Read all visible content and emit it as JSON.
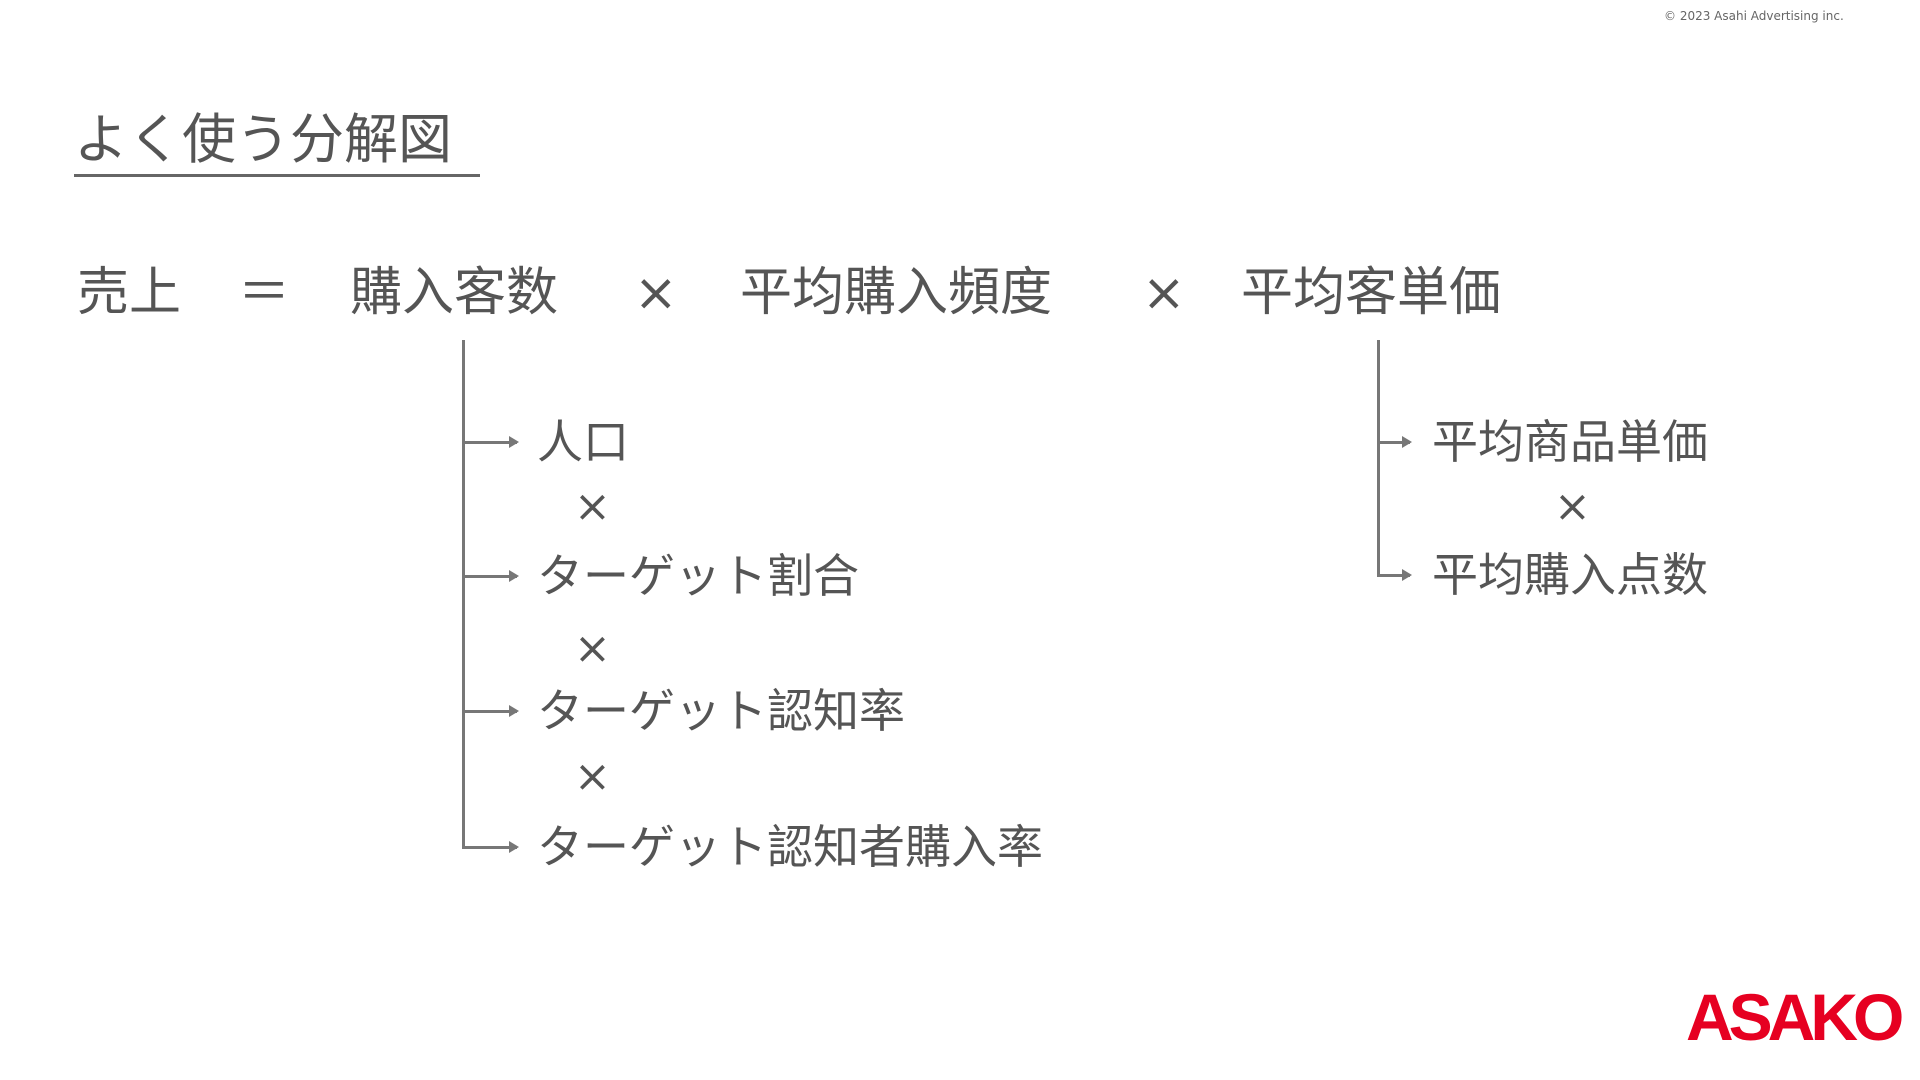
{
  "copyright": "© 2023 Asahi Advertising inc.",
  "title": "よく使う分解図",
  "equation": {
    "lhs": "売上",
    "equals": "＝",
    "term1": "購入客数",
    "times1": "×",
    "term2": "平均購入頻度",
    "times2": "×",
    "term3": "平均客単価"
  },
  "left_breakdown": {
    "items": [
      "人口",
      "ターゲット割合",
      "ターゲット認知率",
      "ターゲット認知者購入率"
    ],
    "operator": "×"
  },
  "right_breakdown": {
    "items": [
      "平均商品単価",
      "平均購入点数"
    ],
    "operator": "×"
  },
  "logo": "ASAKO",
  "colors": {
    "text": "#555555",
    "line": "#777777",
    "brand": "#e60021"
  }
}
